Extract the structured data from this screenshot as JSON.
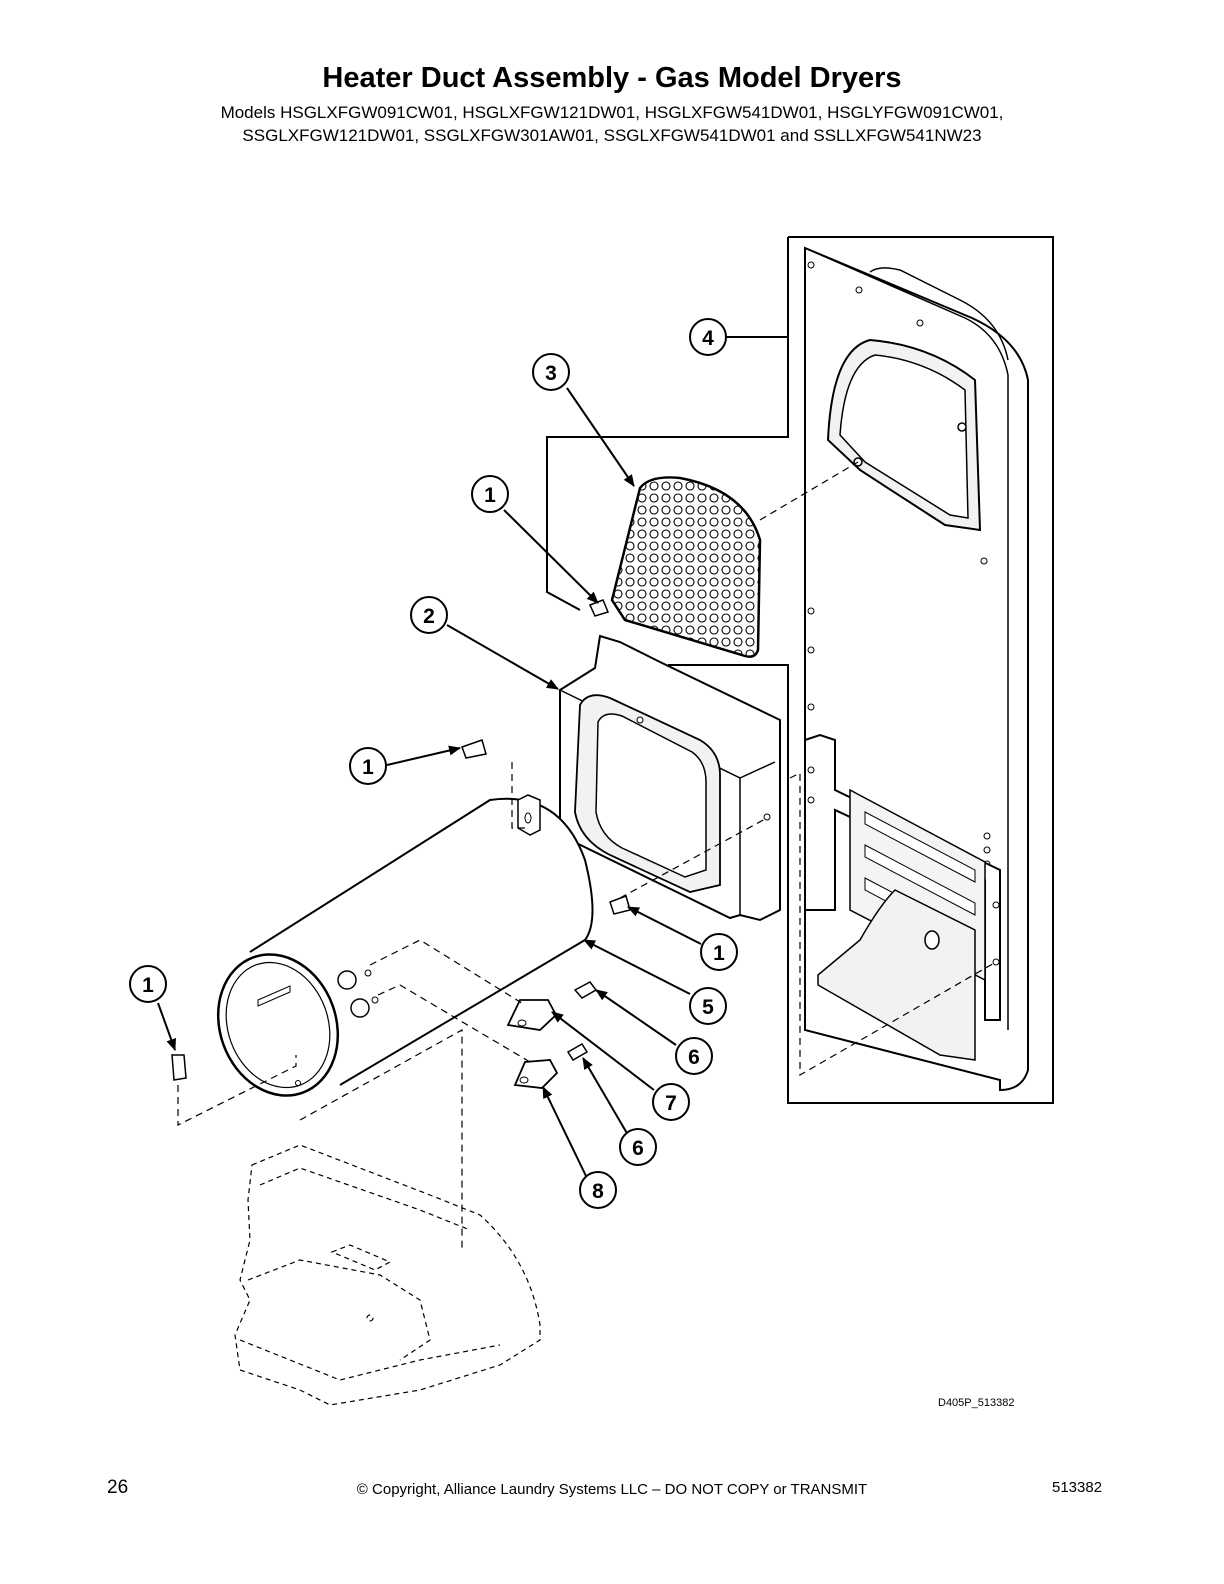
{
  "header": {
    "title": "Heater Duct Assembly - Gas Model Dryers",
    "models_line1": "Models HSGLXFGW091CW01, HSGLXFGW121DW01, HSGLXFGW541DW01, HSGLYFGW091CW01,",
    "models_line2": "SSGLXFGW121DW01, SSGLXFGW301AW01, SSGLXFGW541DW01 and SSLLXFGW541NW23"
  },
  "callouts": {
    "c1a": "1",
    "c1b": "1",
    "c1c": "1",
    "c1d": "1",
    "c2": "2",
    "c3": "3",
    "c4": "4",
    "c5": "5",
    "c6a": "6",
    "c6b": "6",
    "c7": "7",
    "c8": "8"
  },
  "drawing_id": "D405P_513382",
  "footer": {
    "page_number": "26",
    "copyright": "© Copyright, Alliance Laundry Systems LLC – DO NOT COPY or TRANSMIT",
    "doc_number": "513382"
  }
}
